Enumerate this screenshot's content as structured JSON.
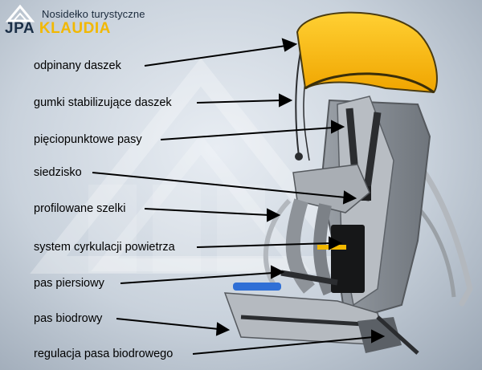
{
  "header": {
    "title": "Nosidełko turystyczne",
    "logo_text": "JPA",
    "product_name": "KLAUDIA",
    "logo_icon": "mountain-logo-icon"
  },
  "colors": {
    "canopy": "#f5b400",
    "frame": "#a7adb4",
    "fabric": "#8b9097",
    "accent": "#f2b800"
  },
  "labels": [
    "odpinany daszek",
    "gumki stabilizujące daszek",
    "pięciopunktowe pasy",
    "siedzisko",
    "profilowane szelki",
    "system cyrkulacji powietrza",
    "pas piersiowy",
    "pas biodrowy",
    "regulacja pasa biodrowego"
  ]
}
